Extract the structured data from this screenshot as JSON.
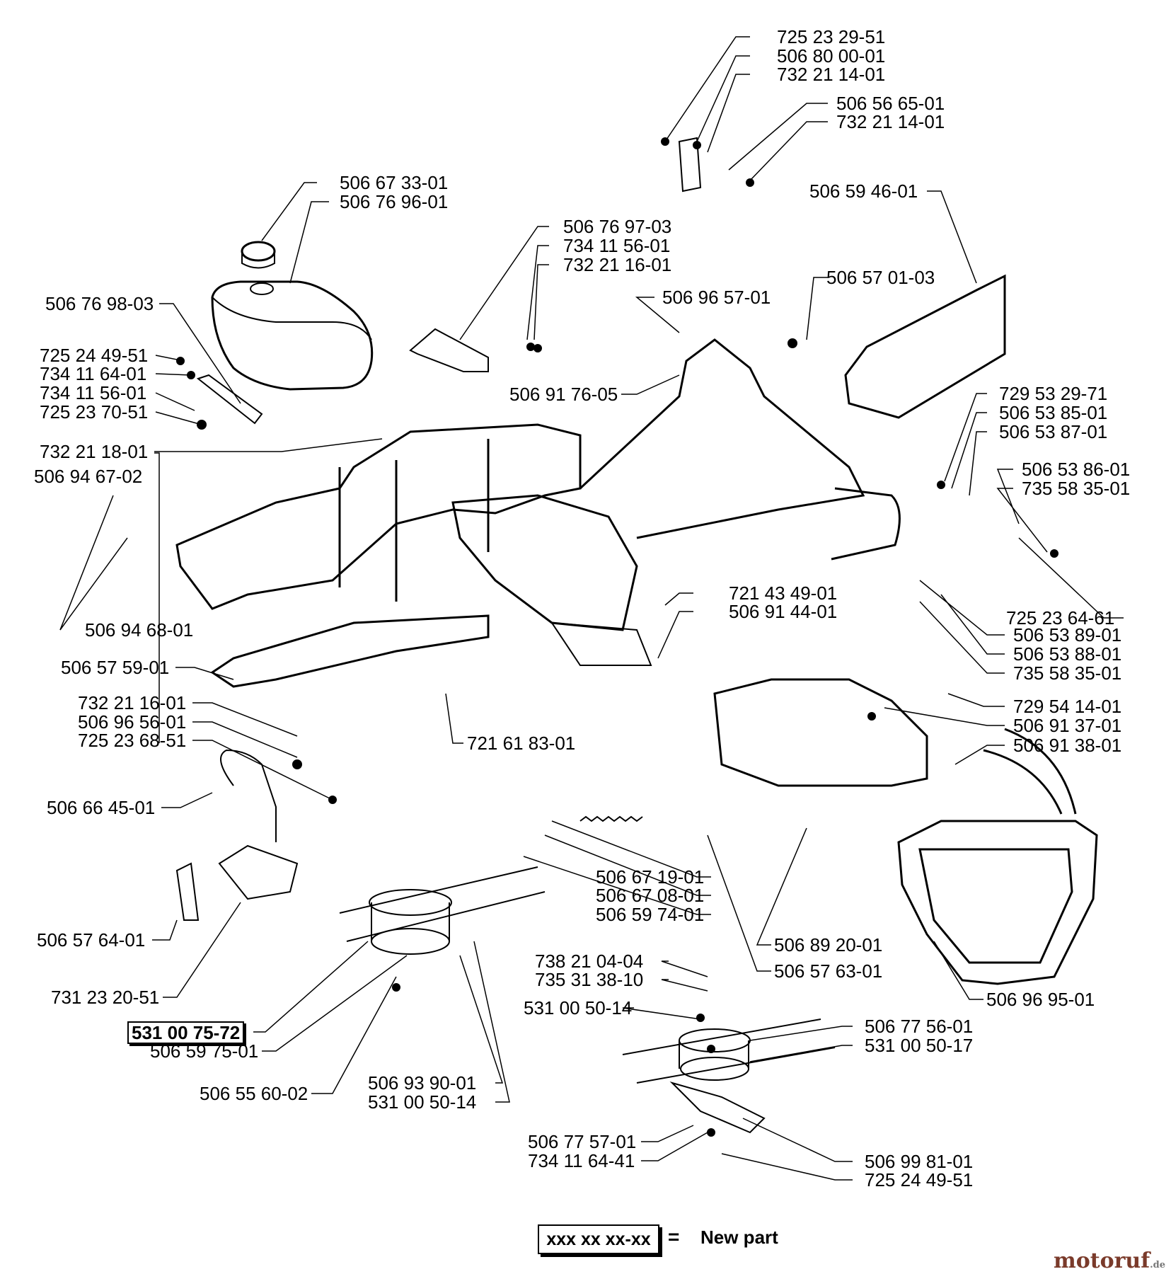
{
  "labels": {
    "l1": "725 23 29-51",
    "l2": "506 80 00-01",
    "l3": "732 21 14-01",
    "l4": "506 56 65-01",
    "l5": "732 21 14-01",
    "l6": "506 67 33-01",
    "l7": "506 76 96-01",
    "l8": "506 59 46-01",
    "l9": "506 76 97-03",
    "l10": "734 11 56-01",
    "l11": "732 21 16-01",
    "l12": "506 57 01-03",
    "l13": "506 96 57-01",
    "l14": "506 76 98-03",
    "l15": "725 24 49-51",
    "l16": "734 11 64-01",
    "l17": "734 11 56-01",
    "l18": "725 23 70-51",
    "l19": "506 91 76-05",
    "l20": "729 53 29-71",
    "l21": "506 53 85-01",
    "l22": "506 53 87-01",
    "l23": "732 21 18-01",
    "l24": "506 94 67-02",
    "l25": "506 53 86-01",
    "l26": "735 58 35-01",
    "l27": "721 43 49-01",
    "l28": "506 91 44-01",
    "l29": "725 23 64-61",
    "l30": "506 94 68-01",
    "l31": "506 53 89-01",
    "l32": "506 53 88-01",
    "l33": "735 58 35-01",
    "l34": "506 57 59-01",
    "l35": "729 54 14-01",
    "l36": "732 21 16-01",
    "l37": "506 91 37-01",
    "l38": "506 96 56-01",
    "l39": "721 61 83-01",
    "l40": "506 91 38-01",
    "l41": "725 23 68-51",
    "l42": "506 66 45-01",
    "l43": "506 67 19-01",
    "l44": "506 67 08-01",
    "l45": "506 59 74-01",
    "l46": "506 57 64-01",
    "l47": "506 89 20-01",
    "l48": "738 21 04-04",
    "l49": "506 57 63-01",
    "l50": "735 31 38-10",
    "l51": "731 23 20-51",
    "l52": "506 96 95-01",
    "l53": "531 00 50-14",
    "l54": "531 00 75-72",
    "l55": "506 77 56-01",
    "l56": "506 59 75-01",
    "l57": "531 00 50-17",
    "l58": "506 55 60-02",
    "l59": "506 93 90-01",
    "l60": "531 00 50-14",
    "l61": "506 77 57-01",
    "l62": "734 11 64-41",
    "l63": "506 99 81-01",
    "l64": "725 24 49-51"
  },
  "legend": {
    "code": "xxx xx xx-xx",
    "equals": "=",
    "text": "New part"
  },
  "watermark": {
    "brand": "motoruf",
    "tld": ".de"
  }
}
